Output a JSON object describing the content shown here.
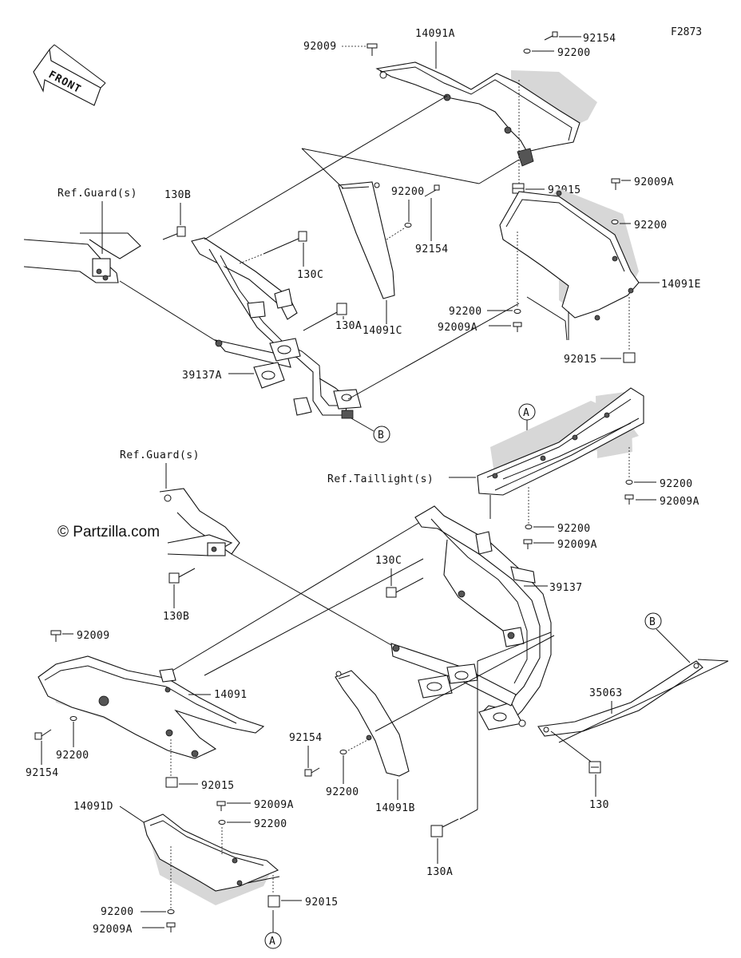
{
  "figure_id": "F2873",
  "copyright": "© Partzilla.com",
  "direction_label": "FRONT",
  "refs": {
    "guard_upper": "Ref.Guard(s)",
    "guard_lower": "Ref.Guard(s)",
    "taillight": "Ref.Taillight(s)"
  },
  "markers": {
    "A": "A",
    "B": "B"
  },
  "part_labels": {
    "p14091A": "14091A",
    "p92009_top": "92009",
    "p92154_top": "92154",
    "p92200_top": "92200",
    "p92015_a": "92015",
    "p92200_mid": "92200",
    "p92154_mid": "92154",
    "p14091C": "14091C",
    "p130B_upper": "130B",
    "p130C_upper": "130C",
    "p130A_upper": "130A",
    "p39137A": "39137A",
    "p92009A_r1": "92009A",
    "p92200_r1": "92200",
    "p14091E": "14091E",
    "p92200_r2": "92200",
    "p92009A_r2": "92009A",
    "p92015_b": "92015",
    "p92200_r3": "92200",
    "p92009A_r3": "92009A",
    "p92200_r4": "92200",
    "p92009A_r4": "92009A",
    "p130C_lower": "130C",
    "p39137": "39137",
    "p130B_lower": "130B",
    "p92009_lower": "92009",
    "p14091": "14091",
    "p92154_l": "92154",
    "p92200_l": "92200",
    "p92015_c": "92015",
    "p92154_c": "92154",
    "p92200_c": "92200",
    "p14091B": "14091B",
    "p35063": "35063",
    "p130": "130",
    "p92009A_d": "92009A",
    "p92200_d": "92200",
    "p14091D": "14091D",
    "p92200_d2": "92200",
    "p92009A_d2": "92009A",
    "p92015_d": "92015",
    "p130A_lower": "130A"
  }
}
